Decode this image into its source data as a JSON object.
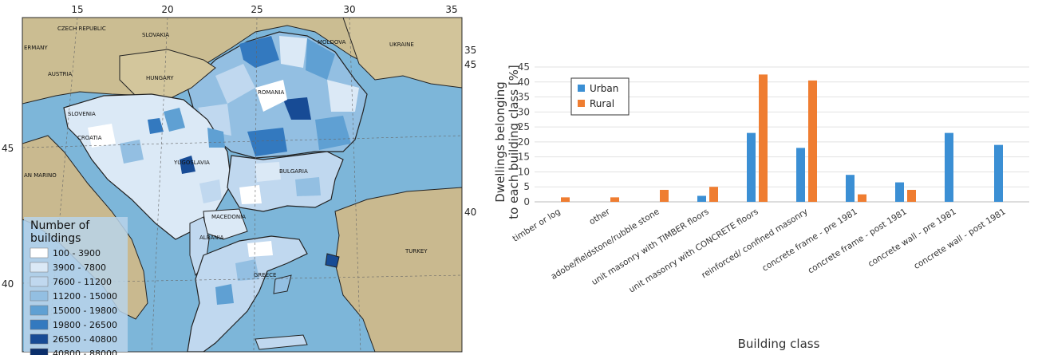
{
  "map": {
    "lon_ticks": [
      "15",
      "20",
      "25",
      "30",
      "35"
    ],
    "lat_ticks_left": [
      "45",
      "40"
    ],
    "lat_ticks_right": [
      "35",
      "45",
      "40"
    ],
    "country_labels": [
      "CZECH REPUBLIC",
      "SLOVAKIA",
      "MOLDOVA",
      "UKRAINE",
      "ERMANY",
      "AUSTRIA",
      "HUNGARY",
      "ROMANIA",
      "SLOVENIA",
      "CROATIA",
      "YUGOSLAVIA",
      "BULGARIA",
      "AN MARINO",
      "MACEDONIA",
      "ALBANIA",
      "GREECE",
      "TURKEY"
    ],
    "legend": {
      "title": "Number of buildings",
      "items": [
        {
          "label": "100 - 3900",
          "color": "#ffffff"
        },
        {
          "label": "3900 - 7800",
          "color": "#dbe9f6"
        },
        {
          "label": "7600 - 11200",
          "color": "#c0d8ef"
        },
        {
          "label": "11200 - 15000",
          "color": "#93bfe2"
        },
        {
          "label": "15000 - 19800",
          "color": "#5fa0d3"
        },
        {
          "label": "19800 - 26500",
          "color": "#3379bf"
        },
        {
          "label": "26500 - 40800",
          "color": "#174b95"
        },
        {
          "label": "40800 - 88000",
          "color": "#0b2f6b"
        }
      ]
    },
    "colors": {
      "sea": "#7db6d9",
      "land": "#c9b98f",
      "border": "#1a1a1a"
    }
  },
  "chart_data": {
    "type": "bar",
    "categories": [
      "timber or log",
      "other",
      "adobe/fieldstone/rubble stone",
      "unit masonry with TIMBER floors",
      "unit masonry with CONCRETE floors",
      "reinforced/ confined masonry",
      "concrete frame - pre 1981",
      "concrete frame - post 1981",
      "concrete wall - pre 1981",
      "concrete wall - post 1981"
    ],
    "series": [
      {
        "name": "Urban",
        "color": "#3b8fd4",
        "values": [
          0,
          0,
          0,
          2,
          23,
          18,
          9,
          6.5,
          23,
          19
        ]
      },
      {
        "name": "Rural",
        "color": "#ef7d31",
        "values": [
          1.5,
          1.5,
          4,
          5,
          42.5,
          40.5,
          2.5,
          4,
          0,
          0
        ]
      }
    ],
    "yticks": [
      "0",
      "5",
      "10",
      "15",
      "20",
      "25",
      "30",
      "35",
      "40",
      "45"
    ],
    "ylim": [
      0,
      45
    ],
    "ylabel_lines": [
      "Dwellings belonging",
      "to each building class [%]"
    ],
    "xlabel": "Building class",
    "legend_position": "top-left",
    "grid": true
  }
}
